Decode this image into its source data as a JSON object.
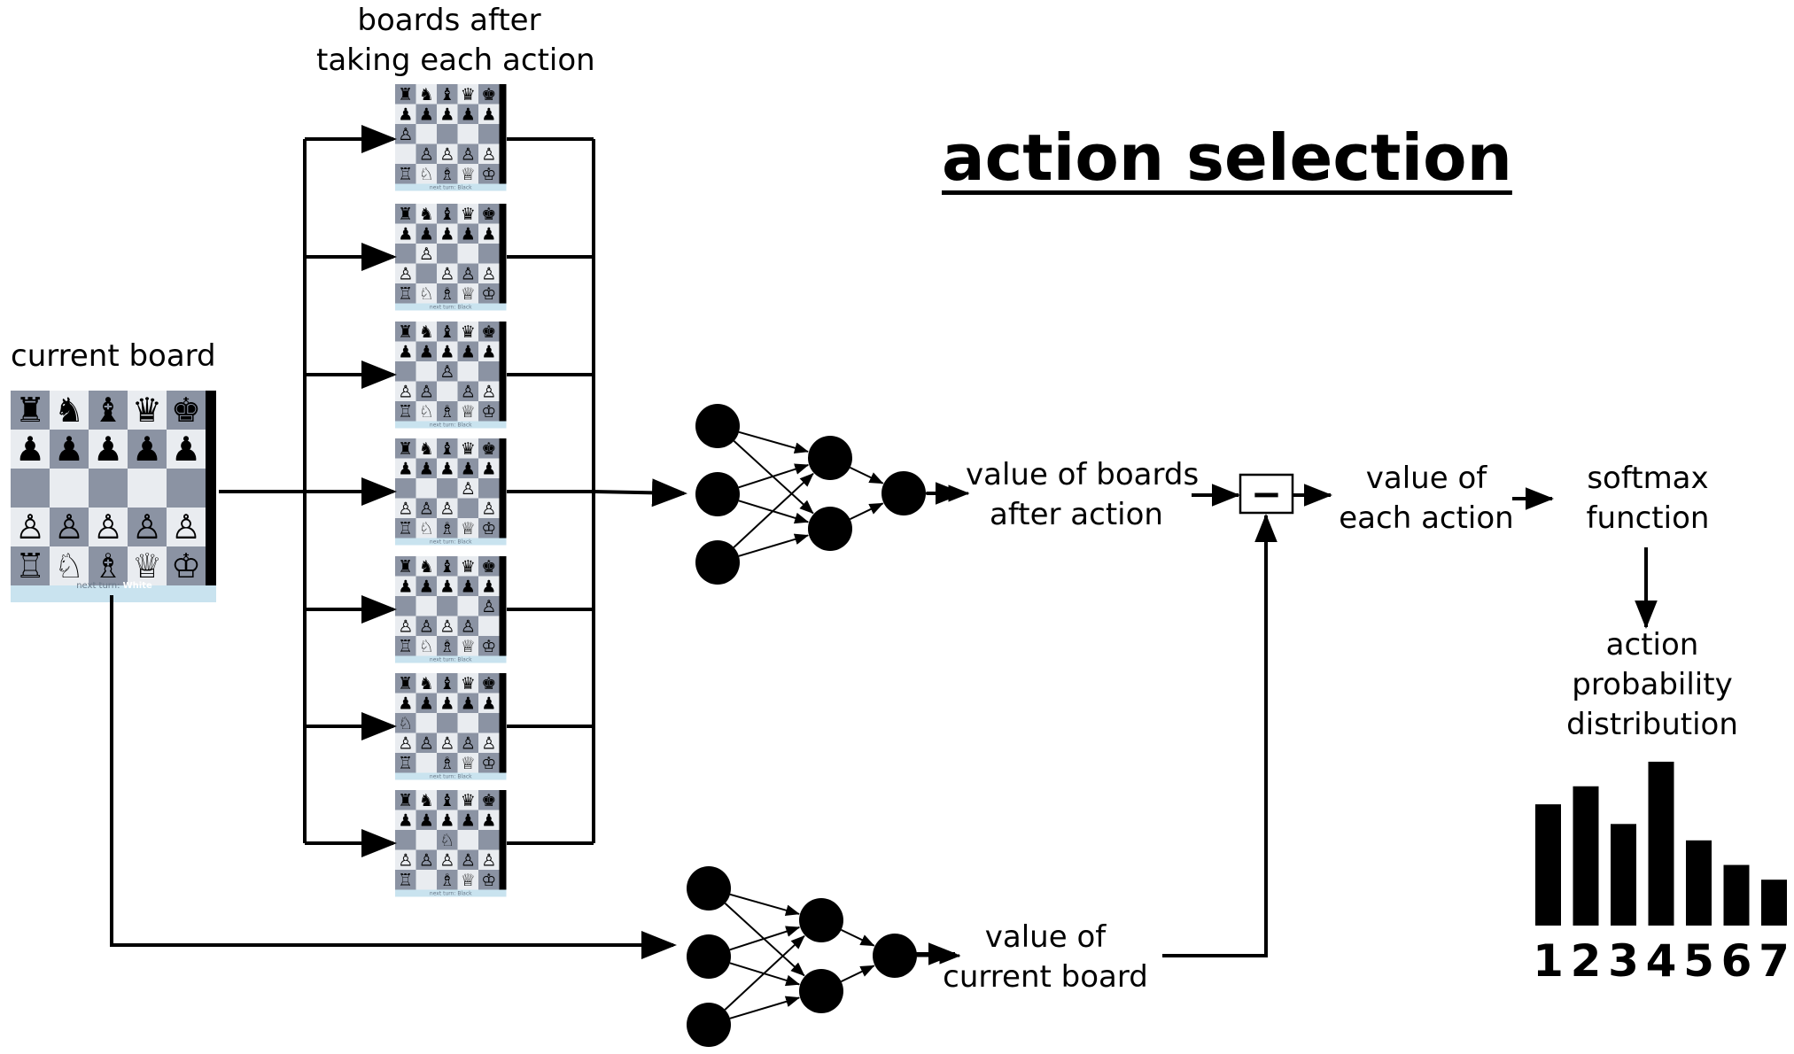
{
  "title": "action selection",
  "labels": {
    "boards_after": [
      "boards after",
      "taking each action"
    ],
    "current_board": "current board",
    "value_after": [
      "value of boards",
      "after action"
    ],
    "value_current": [
      "value of",
      "current board"
    ],
    "value_each": [
      "value of",
      "each action"
    ],
    "softmax": [
      "softmax",
      "function"
    ],
    "distribution": [
      "action",
      "probability",
      "distribution"
    ],
    "minus": "−"
  },
  "big_board": {
    "footer_label": "next turn:",
    "footer_value": "White",
    "rows": [
      [
        "♜",
        "♞",
        "♝",
        "♛",
        "♚"
      ],
      [
        "♟",
        "♟",
        "♟",
        "♟",
        "♟"
      ],
      [
        "",
        "",
        "",
        "",
        ""
      ],
      [
        "♙",
        "♙",
        "♙",
        "♙",
        "♙"
      ],
      [
        "♖",
        "♘",
        "♗",
        "♕",
        "♔"
      ]
    ]
  },
  "small_boards": [
    {
      "footer": "next turn: Black",
      "rows": [
        [
          "♜",
          "♞",
          "♝",
          "♛",
          "♚"
        ],
        [
          "♟",
          "♟",
          "♟",
          "♟",
          "♟"
        ],
        [
          "♙",
          "",
          "",
          "",
          ""
        ],
        [
          "",
          "♙",
          "♙",
          "♙",
          "♙"
        ],
        [
          "♖",
          "♘",
          "♗",
          "♕",
          "♔"
        ]
      ]
    },
    {
      "footer": "next turn: Black",
      "rows": [
        [
          "♜",
          "♞",
          "♝",
          "♛",
          "♚"
        ],
        [
          "♟",
          "♟",
          "♟",
          "♟",
          "♟"
        ],
        [
          "",
          "♙",
          "",
          "",
          ""
        ],
        [
          "♙",
          "",
          "♙",
          "♙",
          "♙"
        ],
        [
          "♖",
          "♘",
          "♗",
          "♕",
          "♔"
        ]
      ]
    },
    {
      "footer": "next turn: Black",
      "rows": [
        [
          "♜",
          "♞",
          "♝",
          "♛",
          "♚"
        ],
        [
          "♟",
          "♟",
          "♟",
          "♟",
          "♟"
        ],
        [
          "",
          "",
          "♙",
          "",
          ""
        ],
        [
          "♙",
          "♙",
          "",
          "♙",
          "♙"
        ],
        [
          "♖",
          "♘",
          "♗",
          "♕",
          "♔"
        ]
      ]
    },
    {
      "footer": "next turn: Black",
      "rows": [
        [
          "♜",
          "♞",
          "♝",
          "♛",
          "♚"
        ],
        [
          "♟",
          "♟",
          "♟",
          "♟",
          "♟"
        ],
        [
          "",
          "",
          "",
          "♙",
          ""
        ],
        [
          "♙",
          "♙",
          "♙",
          "",
          "♙"
        ],
        [
          "♖",
          "♘",
          "♗",
          "♕",
          "♔"
        ]
      ]
    },
    {
      "footer": "next turn: Black",
      "rows": [
        [
          "♜",
          "♞",
          "♝",
          "♛",
          "♚"
        ],
        [
          "♟",
          "♟",
          "♟",
          "♟",
          "♟"
        ],
        [
          "",
          "",
          "",
          "",
          "♙"
        ],
        [
          "♙",
          "♙",
          "♙",
          "♙",
          ""
        ],
        [
          "♖",
          "♘",
          "♗",
          "♕",
          "♔"
        ]
      ]
    },
    {
      "footer": "next turn: Black",
      "rows": [
        [
          "♜",
          "♞",
          "♝",
          "♛",
          "♚"
        ],
        [
          "♟",
          "♟",
          "♟",
          "♟",
          "♟"
        ],
        [
          "♘",
          "",
          "",
          "",
          ""
        ],
        [
          "♙",
          "♙",
          "♙",
          "♙",
          "♙"
        ],
        [
          "♖",
          "",
          "♗",
          "♕",
          "♔"
        ]
      ]
    },
    {
      "footer": "next turn: Black",
      "rows": [
        [
          "♜",
          "♞",
          "♝",
          "♛",
          "♚"
        ],
        [
          "♟",
          "♟",
          "♟",
          "♟",
          "♟"
        ],
        [
          "",
          "",
          "♘",
          "",
          ""
        ],
        [
          "♙",
          "♙",
          "♙",
          "♙",
          "♙"
        ],
        [
          "♖",
          "",
          "♗",
          "♕",
          "♔"
        ]
      ]
    }
  ],
  "distribution": {
    "categories": [
      "1",
      "2",
      "3",
      "4",
      "5",
      "6",
      "7"
    ],
    "values": [
      0.74,
      0.85,
      0.62,
      1.0,
      0.52,
      0.37,
      0.28
    ]
  },
  "colors": {
    "board_light": "#e9ecf0",
    "board_dark": "#8b93a3",
    "footer": "#c9e3ef",
    "ink": "#000000"
  }
}
